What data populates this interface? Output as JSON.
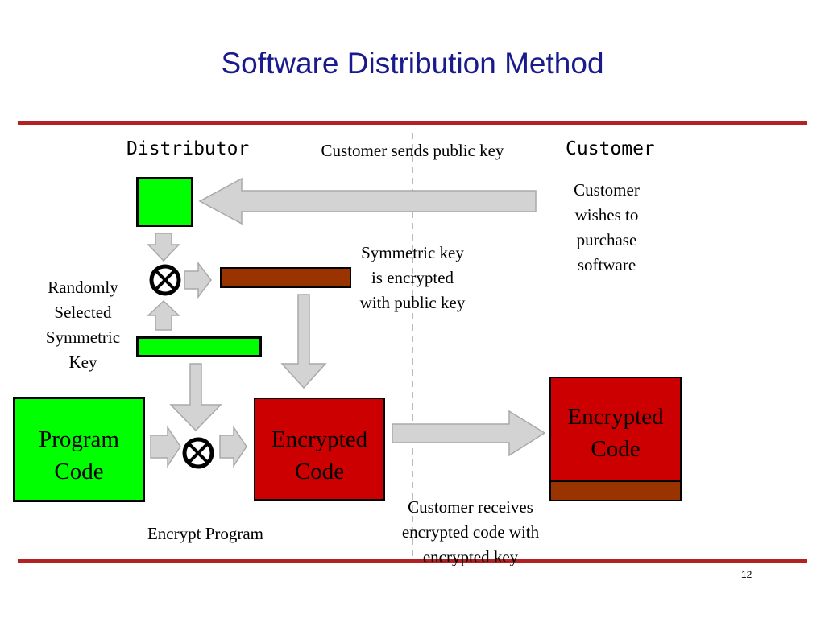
{
  "slide": {
    "title": "Software Distribution Method",
    "page_number": "12"
  },
  "diagram": {
    "distributor_label": "Distributor",
    "customer_label": "Customer",
    "customer_sends_key": "Customer sends public key",
    "customer_wishes": "Customer wishes to purchase software",
    "symmetric_encrypted": "Symmetric key is encrypted with public key",
    "random_key": "Randomly Selected Symmetric Key",
    "program_code": "Program Code",
    "encrypted_code_distributor": "Encrypted Code",
    "encrypted_code_customer": "Encrypted Code",
    "encrypt_program": "Encrypt Program",
    "customer_receives": "Customer receives encrypted code with encrypted key"
  },
  "colors": {
    "title": "#1a1a8c",
    "rule": "#b22222",
    "green": "#00ff00",
    "red": "#cc0000",
    "brown": "#993300",
    "arrow_fill": "#d3d3d3",
    "arrow_stroke": "#a9a9a9"
  },
  "icons": [
    "xor-operator-icon",
    "arrow-icon"
  ]
}
